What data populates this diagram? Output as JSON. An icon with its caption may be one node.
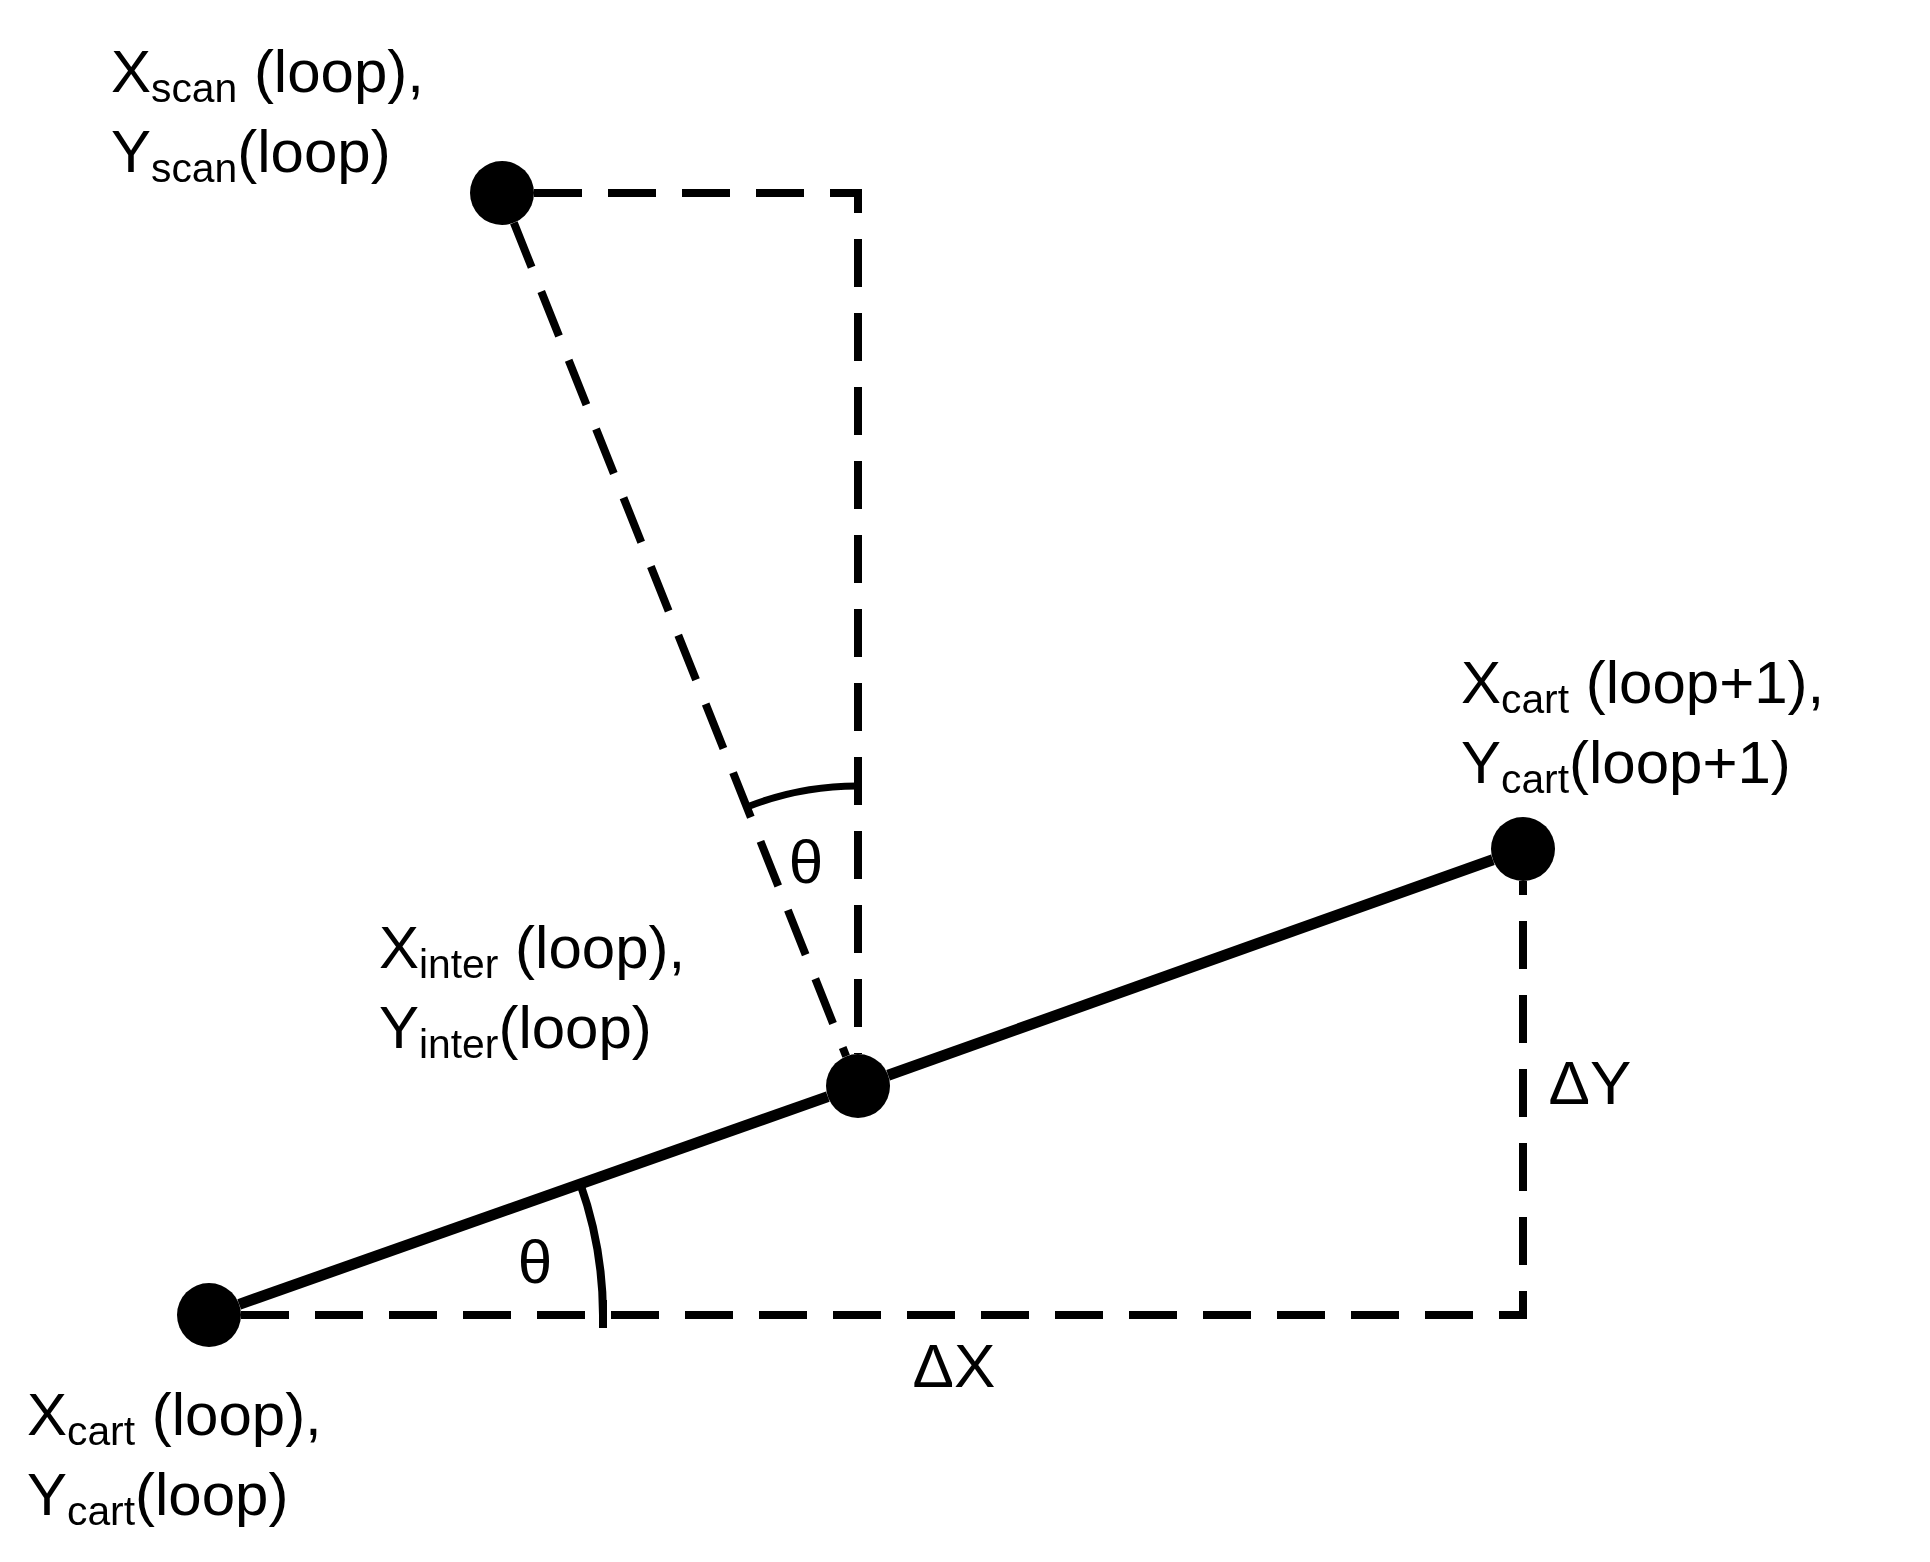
{
  "diagram": {
    "nodes": [
      {
        "text": [],
        "shape": "circle",
        "beside": [
          "X$_{scan}$ (loop), Y$_{scan}$(loop)"
        ]
      },
      {
        "text": [],
        "shape": "circle",
        "beside": [
          "X$_{cart}$ (loop+1), Y$_{cart}$(loop+1)"
        ]
      },
      {
        "text": [],
        "shape": "circle",
        "beside": [
          "X$_{inter}$ (loop), Y$_{inter}$(loop)"
        ]
      },
      {
        "text": [],
        "shape": "circle",
        "beside": [
          "X$_{cart}$ (loop), Y$_{cart}$(loop)"
        ]
      }
    ],
    "edges": [
      {
        "from": 3,
        "to": 2,
        "arrow": "none"
      },
      {
        "from": 2,
        "to": 1,
        "arrow": "none"
      },
      {
        "from": 0,
        "to": 2,
        "arrow": "none",
        "style": "dashed"
      },
      {
        "from": 0,
        "to": 2,
        "arrow": "none",
        "style": "dashed"
      },
      {
        "from": 3,
        "to": 1,
        "arrow": "none",
        "style": "dashed"
      }
    ],
    "labels": [
      "θ",
      "ΔY",
      "θ",
      "ΔX"
    ]
  }
}
